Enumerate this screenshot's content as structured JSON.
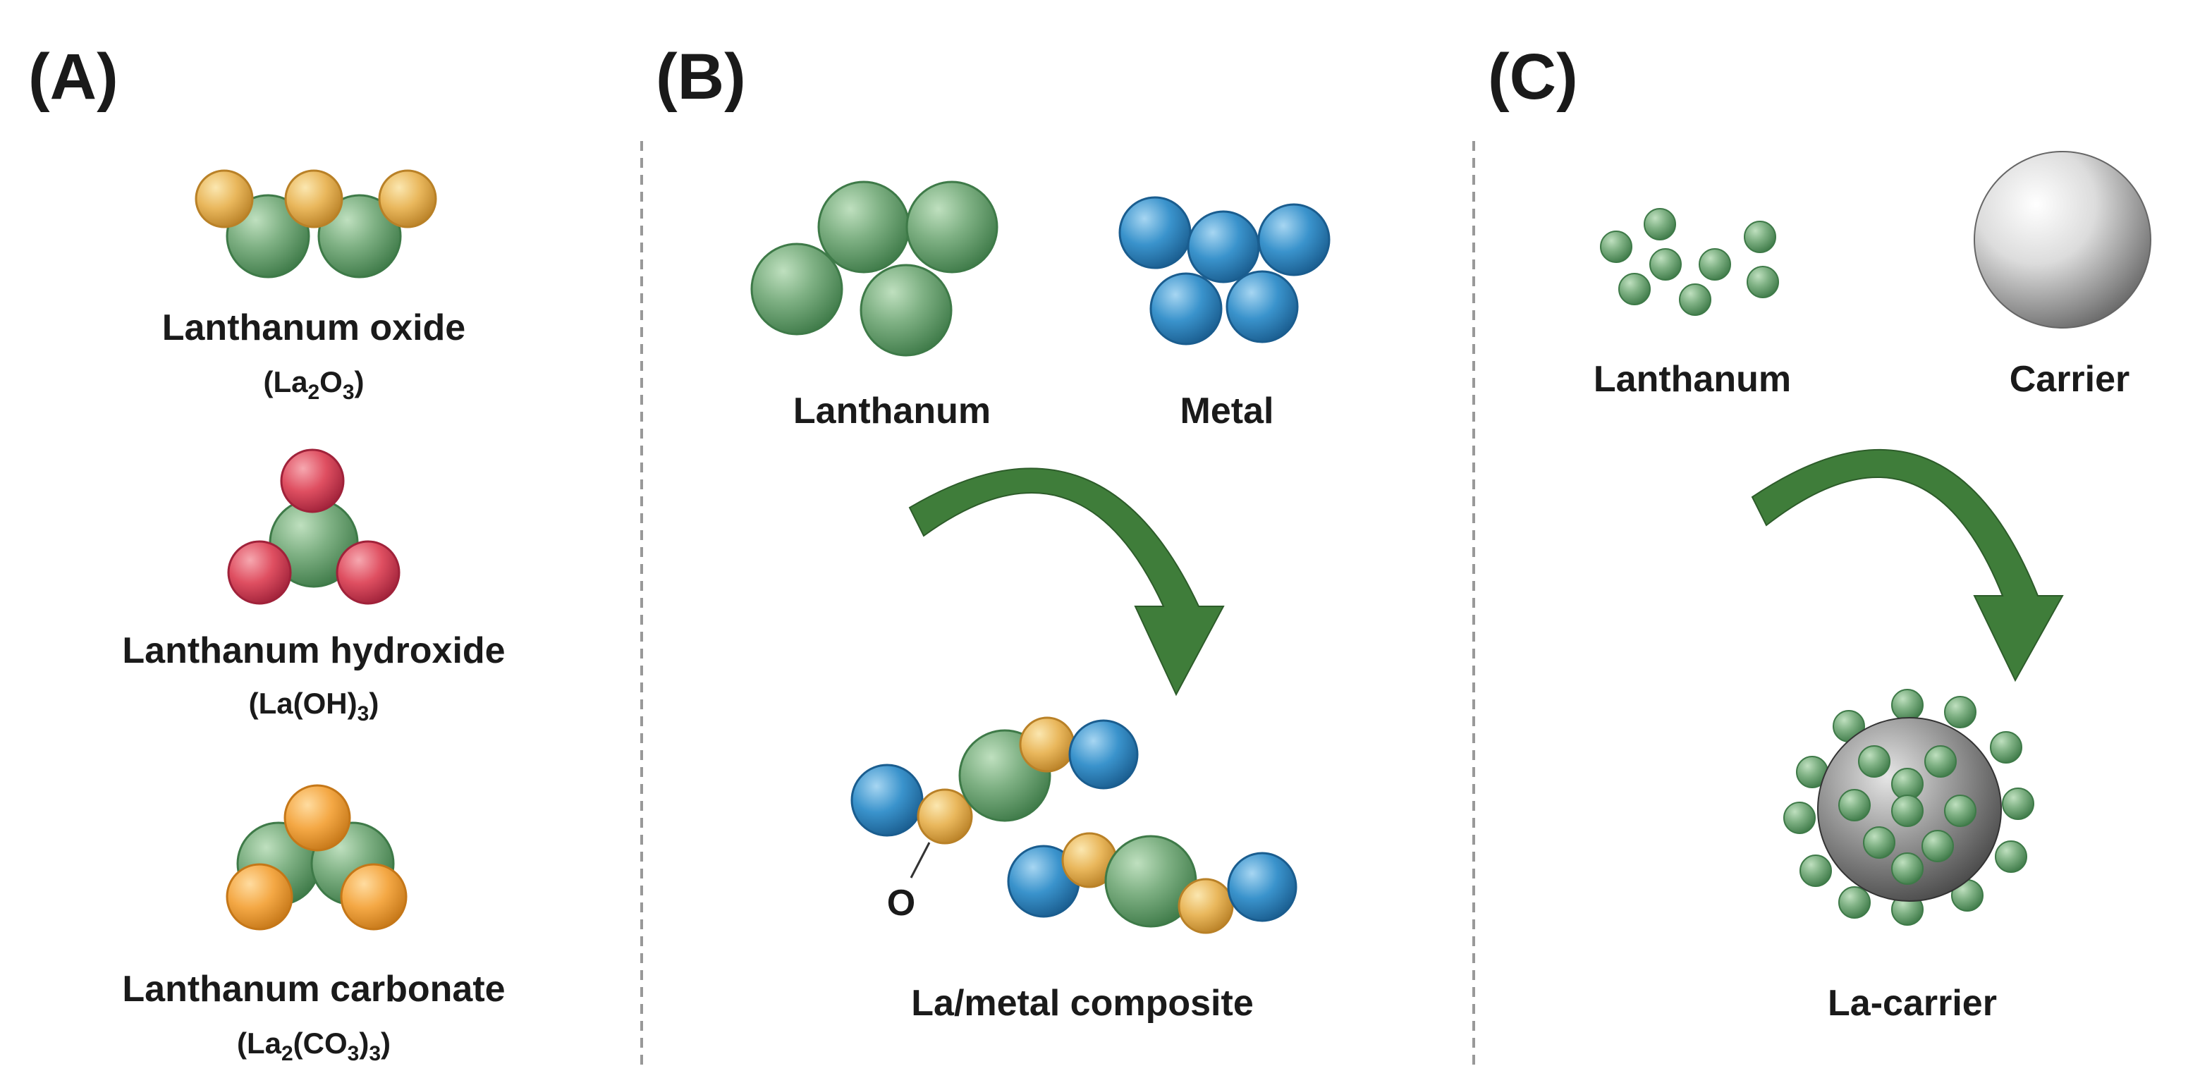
{
  "panels": {
    "a": {
      "letter": "(A)",
      "items": [
        {
          "name": "Lanthanum oxide",
          "formula": {
            "pre": "(La",
            "s1": "2",
            "mid": "O",
            "s2": "3",
            "post": ")"
          }
        },
        {
          "name": "Lanthanum hydroxide",
          "formula": {
            "pre": "(La(OH)",
            "s1": "3",
            "post": ")"
          }
        },
        {
          "name": "Lanthanum carbonate",
          "formula": {
            "pre": "(La",
            "s1": "2",
            "mid": "(CO",
            "s2": "3",
            "mid2": ")",
            "s3": "3",
            "post": ")"
          }
        }
      ]
    },
    "b": {
      "letter": "(B)",
      "lanthanum_label": "Lanthanum",
      "metal_label": "Metal",
      "oxygen_label": "O",
      "result_label": "La/metal composite"
    },
    "c": {
      "letter": "(C)",
      "lanthanum_label": "Lanthanum",
      "carrier_label": "Carrier",
      "result_label": "La-carrier"
    }
  },
  "colors": {
    "lanthanum": "#6fa877",
    "oxygen": "#e8b35a",
    "hydroxide": "#d94a5c",
    "carbonate": "#f2a444",
    "metal": "#2f8fc8",
    "arrow": "#3f7d3a",
    "divider": "#999999"
  }
}
